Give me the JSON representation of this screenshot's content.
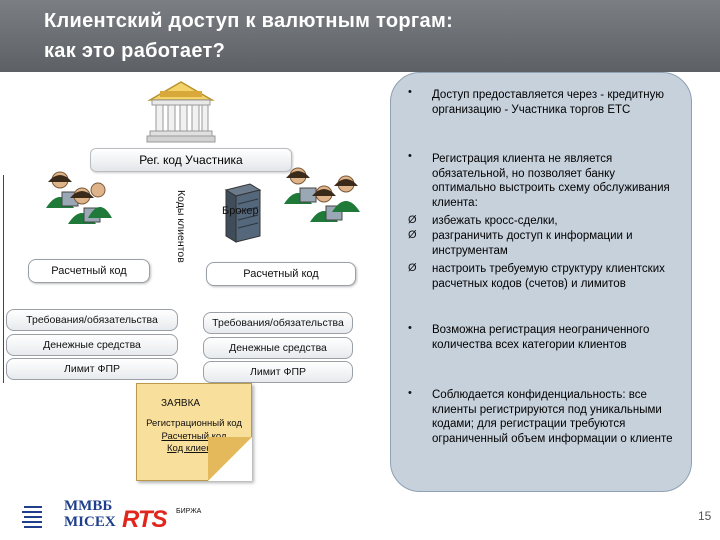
{
  "header": {
    "title_line1": "Клиентский доступ к валютным торгам:",
    "title_line2": "как это работает?",
    "bg_color": "#6b6f74"
  },
  "diagram": {
    "bank_icon": "bank-icon",
    "reg_code_label": "Рег. код Участника",
    "client_codes_label": "Коды клиентов",
    "broker_label": "Брокер",
    "left_account_code": "Расчетный код",
    "right_account_code": "Расчетный код",
    "left_rows": [
      "Требования/обязательства",
      "Денежные средства",
      "Лимит ФПР"
    ],
    "right_rows": [
      "Требования/обязательства",
      "Денежные средства",
      "Лимит ФПР"
    ],
    "order": {
      "title": "ЗАЯВКА",
      "lines": [
        "Регистрационный код",
        "Расчетный код",
        "Код клиента"
      ]
    }
  },
  "info_panel": {
    "bg_color": "#c7d1dc",
    "items": [
      {
        "bullet": "•",
        "text": "Доступ предоставляется через - кредитную организацию - Участника торгов ЕТС"
      },
      {
        "bullet": "•",
        "text": "Регистрация клиента не является обязательной, но позволяет банку оптимально выстроить схему обслуживания клиента:"
      },
      {
        "bullet": "Ø",
        "text": "избежать кросс-сделки,"
      },
      {
        "bullet": "Ø",
        "text": "разграничить доступ к информации и инструментам"
      },
      {
        "bullet": "Ø",
        "text": "настроить требуемую структуру клиентских расчетных кодов (счетов) и лимитов"
      },
      {
        "bullet": "•",
        "text": "Возможна регистрация неограниченного количества всех категории клиентов"
      },
      {
        "bullet": "•",
        "text": "Соблюдается конфиденциальность: все клиенты регистрируются под уникальными кодами; для регистрации требуются ограниченный объем информации о клиенте"
      }
    ]
  },
  "footer": {
    "logo1_line1": "ММВБ",
    "logo1_line2": "MICEX",
    "logo2": "RTS",
    "logo2_sub": "БИРЖА",
    "page_number": "15"
  }
}
